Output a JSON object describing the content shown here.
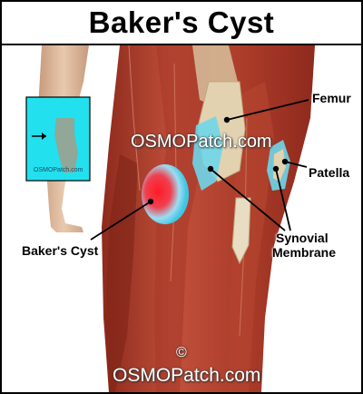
{
  "title": "Baker's Cyst",
  "labels": {
    "femur": "Femur",
    "patella": "Patella",
    "synovial_line1": "Synovial",
    "synovial_line2": "Membrane",
    "bakers_cyst": "Baker's Cyst"
  },
  "watermark": {
    "center": "OSMOPatch.com",
    "copyright_symbol": "©",
    "bottom": "OSMOPatch.com",
    "inset": "OSMOPatch.com"
  },
  "colors": {
    "inset_bg": "#22e0ee",
    "muscle": "#b5432f",
    "synovial": "#6fd6ea",
    "cyst_core": "#f0202a",
    "bone": "#e3d2b0"
  }
}
